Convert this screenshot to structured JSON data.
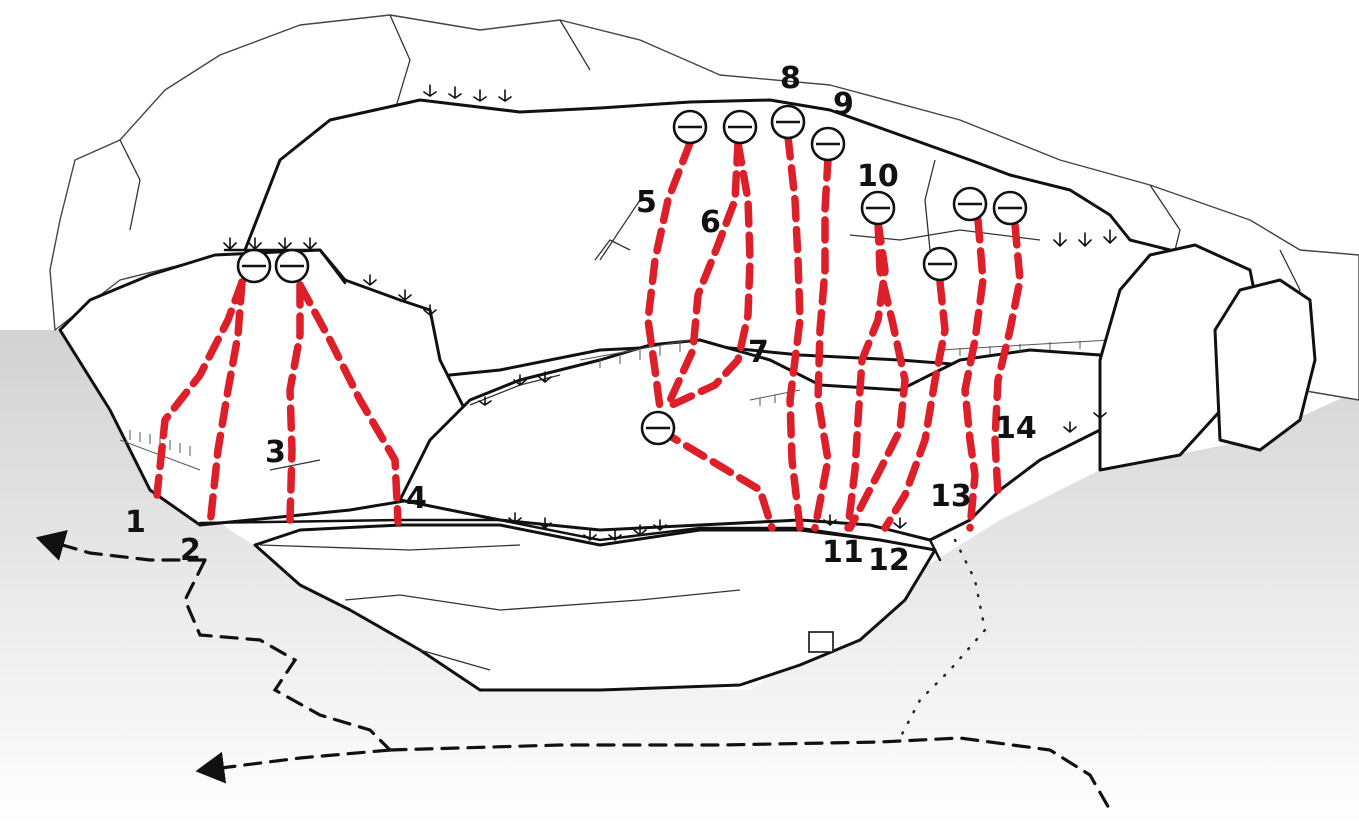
{
  "colors": {
    "route": "#dd1f2a",
    "ground": "#d4d4d4",
    "line": "#111111"
  },
  "routes": [
    {
      "label": "1"
    },
    {
      "label": "2"
    },
    {
      "label": "3"
    },
    {
      "label": "4"
    },
    {
      "label": "5"
    },
    {
      "label": "6"
    },
    {
      "label": "7"
    },
    {
      "label": "8"
    },
    {
      "label": "9"
    },
    {
      "label": "10"
    },
    {
      "label": "11"
    },
    {
      "label": "12"
    },
    {
      "label": "13"
    },
    {
      "label": "14"
    }
  ],
  "icons": {
    "anchor": "anchor-icon",
    "vegetation": "plant-icon",
    "marker": "square-marker-icon"
  }
}
